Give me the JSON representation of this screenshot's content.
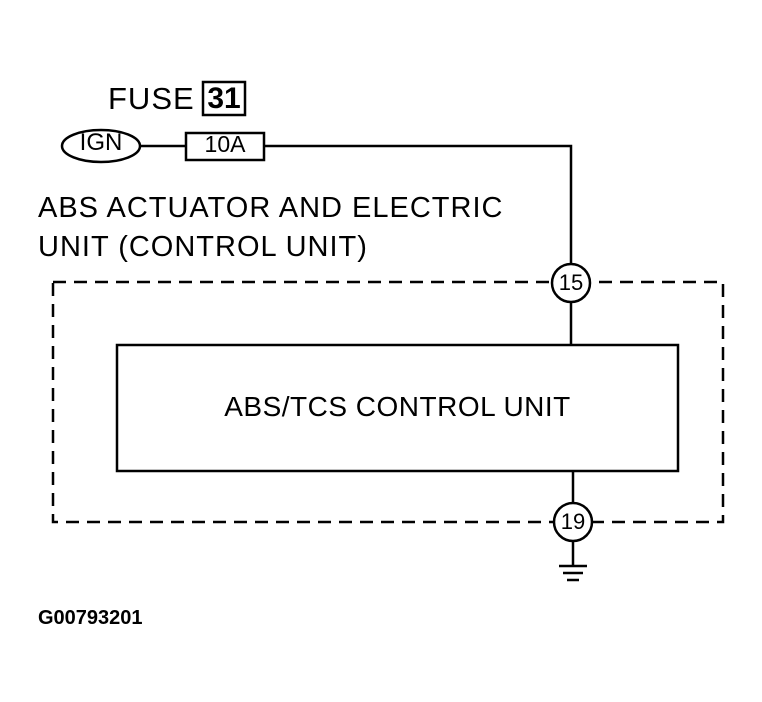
{
  "fuse": {
    "label": "FUSE",
    "number": "31",
    "rating": "10A"
  },
  "power_source": {
    "label": "IGN"
  },
  "component": {
    "title_line1": "ABS ACTUATOR AND ELECTRIC",
    "title_line2": "UNIT (CONTROL UNIT)",
    "inner_label": "ABS/TCS CONTROL UNIT"
  },
  "connector_pins": {
    "top": "15",
    "bottom": "19"
  },
  "figure_id": "G00793201"
}
